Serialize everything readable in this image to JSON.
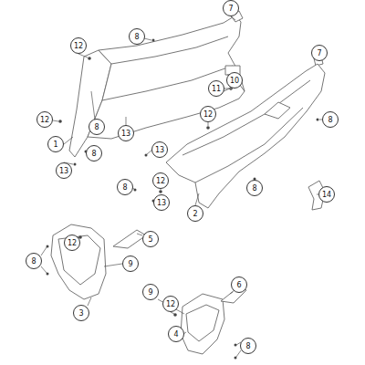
{
  "diagram": {
    "labels": [
      "7",
      "8",
      "12",
      "7",
      "10",
      "11",
      "12",
      "8",
      "12",
      "8",
      "13",
      "1",
      "13",
      "8",
      "13",
      "12",
      "8",
      "13",
      "8",
      "14",
      "2",
      "12",
      "5",
      "8",
      "9",
      "3",
      "12",
      "6",
      "9",
      "4",
      "8"
    ]
  }
}
